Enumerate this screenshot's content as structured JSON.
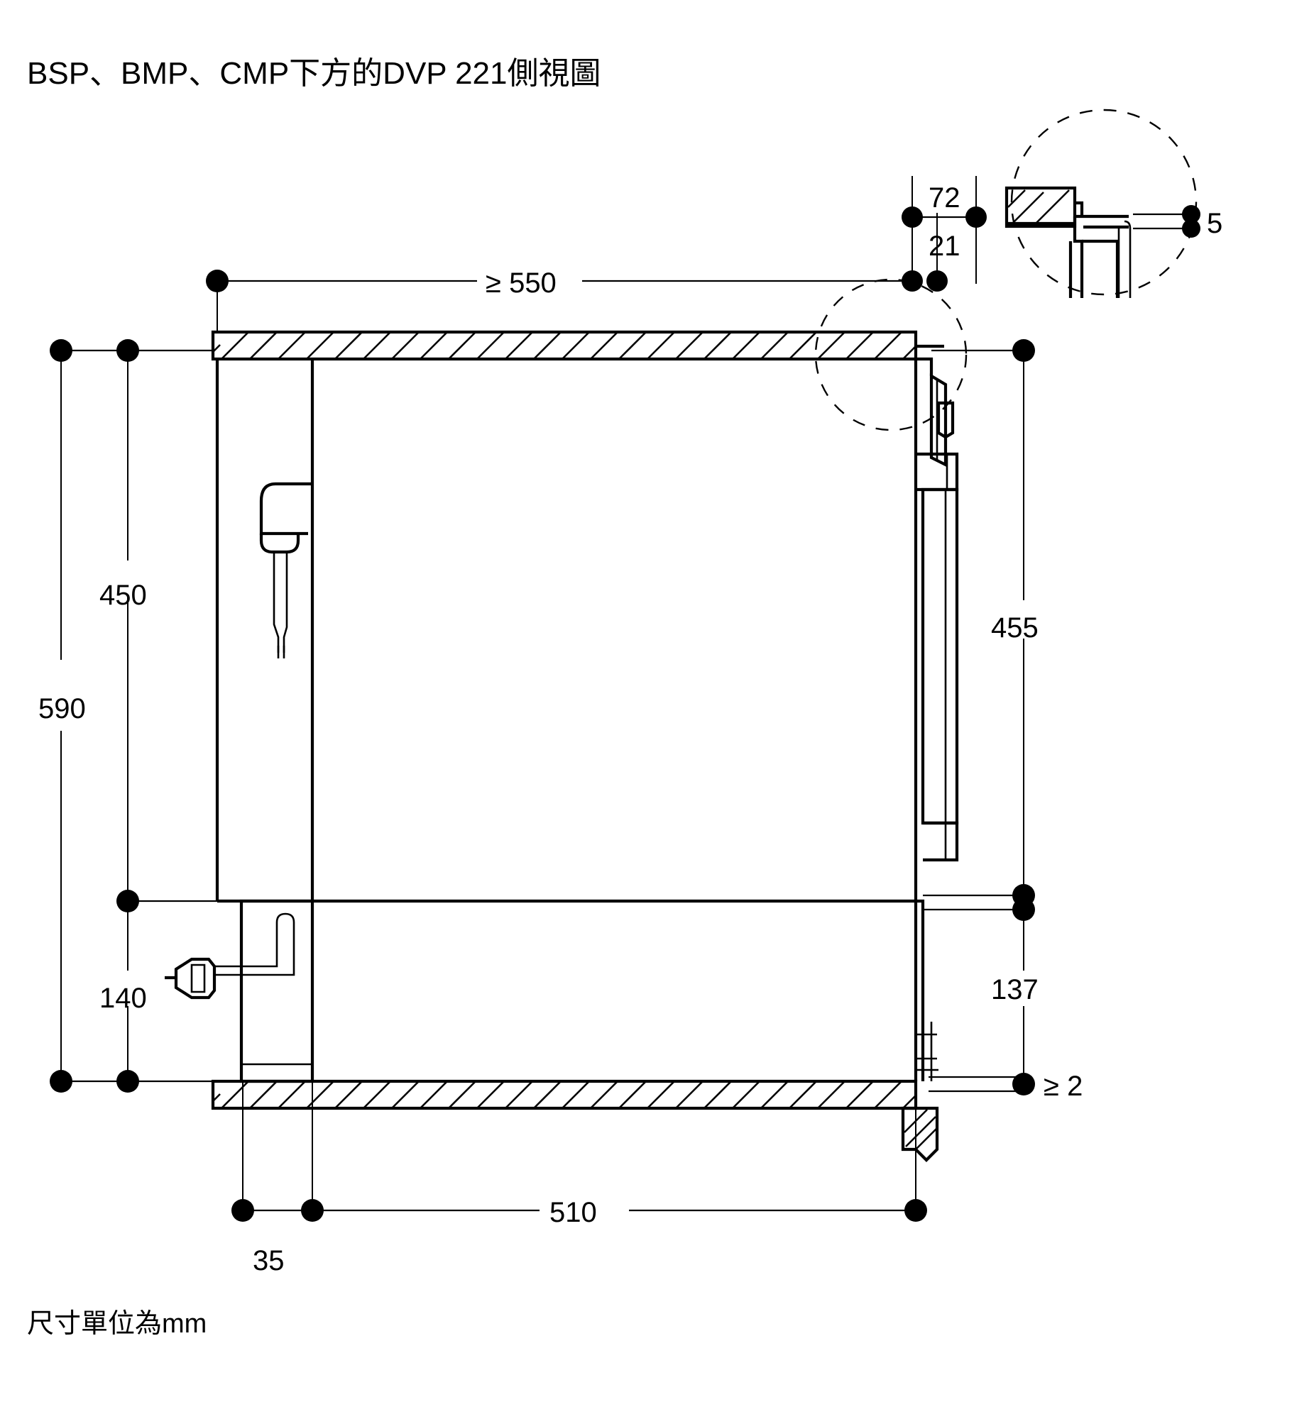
{
  "page": {
    "title": "BSP、BMP、CMP下方的DVP 221側視圖",
    "caption": "尺寸單位為mm",
    "background_color": "#ffffff",
    "line_color": "#000000"
  },
  "drawing": {
    "type": "technical-side-view-dimension-drawing",
    "subject": "DVP 221 built-in appliance side view below BSP / BMP / CMP",
    "units": "mm"
  },
  "dimensions": {
    "top_width": "≥ 550",
    "detail_top_offset": "72",
    "detail_inner_offset": "21",
    "detail_gap": "5",
    "left_inner_height": "450",
    "left_outer_height": "590",
    "left_lower_height": "140",
    "right_upper_height": "455",
    "right_lower_height": "137",
    "right_bottom_clearance": "≥ 2",
    "bottom_depth": "510",
    "bottom_front_offset": "35"
  },
  "labels": [
    {
      "id": "d-550",
      "text": "≥ 550",
      "role": "horizontal-niche-width"
    },
    {
      "id": "d-72",
      "text": "72",
      "role": "horizontal-offset-top"
    },
    {
      "id": "d-21",
      "text": "21",
      "role": "horizontal-offset-inner"
    },
    {
      "id": "d-5",
      "text": "5",
      "role": "detail-gap"
    },
    {
      "id": "d-450",
      "text": "450",
      "role": "vertical-inner-height"
    },
    {
      "id": "d-590",
      "text": "590",
      "role": "vertical-overall-height"
    },
    {
      "id": "d-140",
      "text": "140",
      "role": "vertical-lower-height"
    },
    {
      "id": "d-455",
      "text": "455",
      "role": "vertical-right-upper"
    },
    {
      "id": "d-137",
      "text": "137",
      "role": "vertical-right-lower"
    },
    {
      "id": "d-ge2",
      "text": "≥ 2",
      "role": "bottom-clearance"
    },
    {
      "id": "d-510",
      "text": "510",
      "role": "horizontal-depth"
    },
    {
      "id": "d-35",
      "text": "35",
      "role": "horizontal-front-offset"
    }
  ]
}
